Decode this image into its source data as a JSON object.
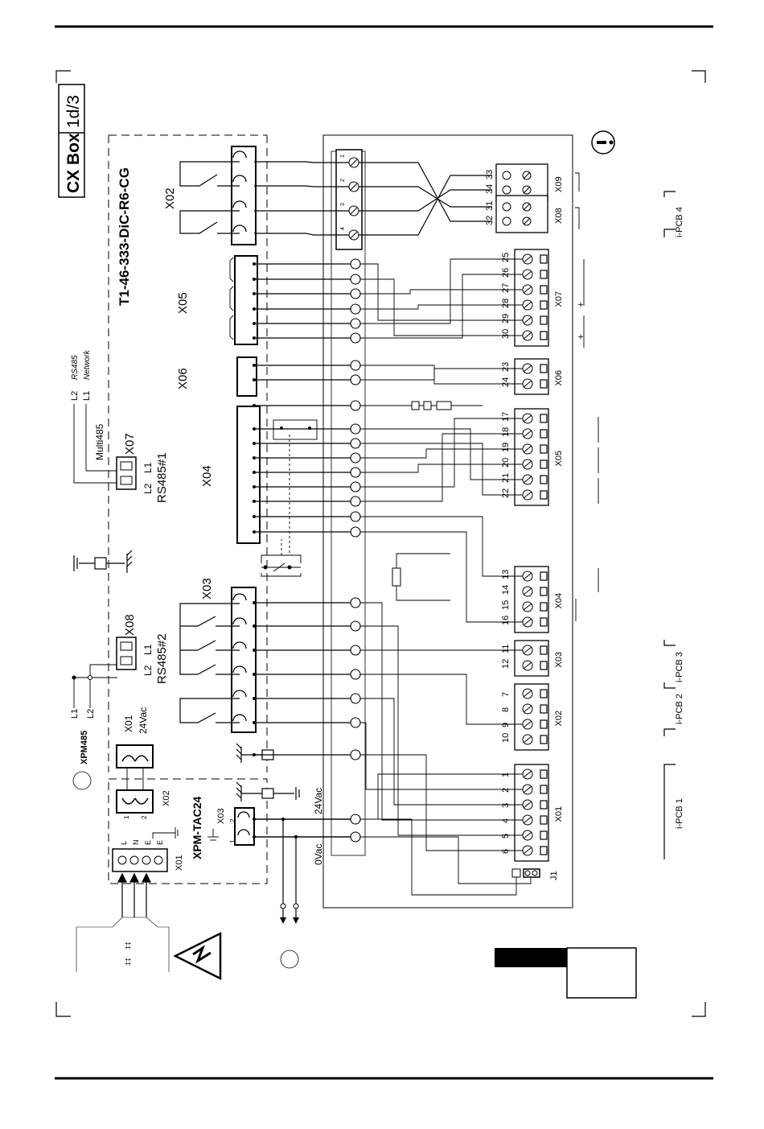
{
  "box": {
    "name": "CX Box",
    "page": "1d/3"
  },
  "model": "T1-46-333-DiC-R6-CG",
  "modules": {
    "xpm485": "XPM485",
    "xpm_tac24": "XPM-TAC24",
    "rs485_1": "RS485#1",
    "rs485_2": "RS485#2",
    "multi485": "Multi485"
  },
  "left_connectors": [
    "X02",
    "X05",
    "X06",
    "X04",
    "X03",
    "X07",
    "X08",
    "X01"
  ],
  "network_labels": {
    "l2": "L2",
    "l1": "L1",
    "rs485": "RS485",
    "network": "Network"
  },
  "supply": {
    "v24": "24Vac",
    "v0": "0Vac",
    "x01_24vac": "24Vac"
  },
  "x01_terminals": [
    "L",
    "N",
    "E",
    "E"
  ],
  "x02_pins": [
    "1",
    "2"
  ],
  "ipcb": [
    "i-PCB 1",
    "i-PCB 2",
    "i-PCB 3",
    "i-PCB 4"
  ],
  "right_terminal_groups": [
    {
      "label": "X09",
      "pins": [
        "33",
        "34"
      ]
    },
    {
      "label": "X08",
      "pins": [
        "31",
        "32"
      ]
    },
    {
      "label": "X07",
      "pins": [
        "25",
        "26",
        "27",
        "28",
        "29",
        "30"
      ]
    },
    {
      "label": "X06",
      "pins": [
        "23",
        "24"
      ]
    },
    {
      "label": "X05",
      "pins": [
        "17",
        "18",
        "19",
        "20",
        "21",
        "22"
      ]
    },
    {
      "label": "X04",
      "pins": [
        "13",
        "14",
        "15",
        "16"
      ]
    },
    {
      "label": "X03",
      "pins": [
        "11",
        "12"
      ]
    },
    {
      "label": "X02",
      "pins": [
        "7",
        "8",
        "9",
        "10"
      ]
    },
    {
      "label": "X01",
      "pins": [
        "1",
        "2",
        "3",
        "4",
        "5",
        "6"
      ]
    }
  ],
  "relay_pins": [
    "1",
    "2",
    "3",
    "4"
  ],
  "jumper": "J1",
  "misc": {
    "plus": "+"
  }
}
